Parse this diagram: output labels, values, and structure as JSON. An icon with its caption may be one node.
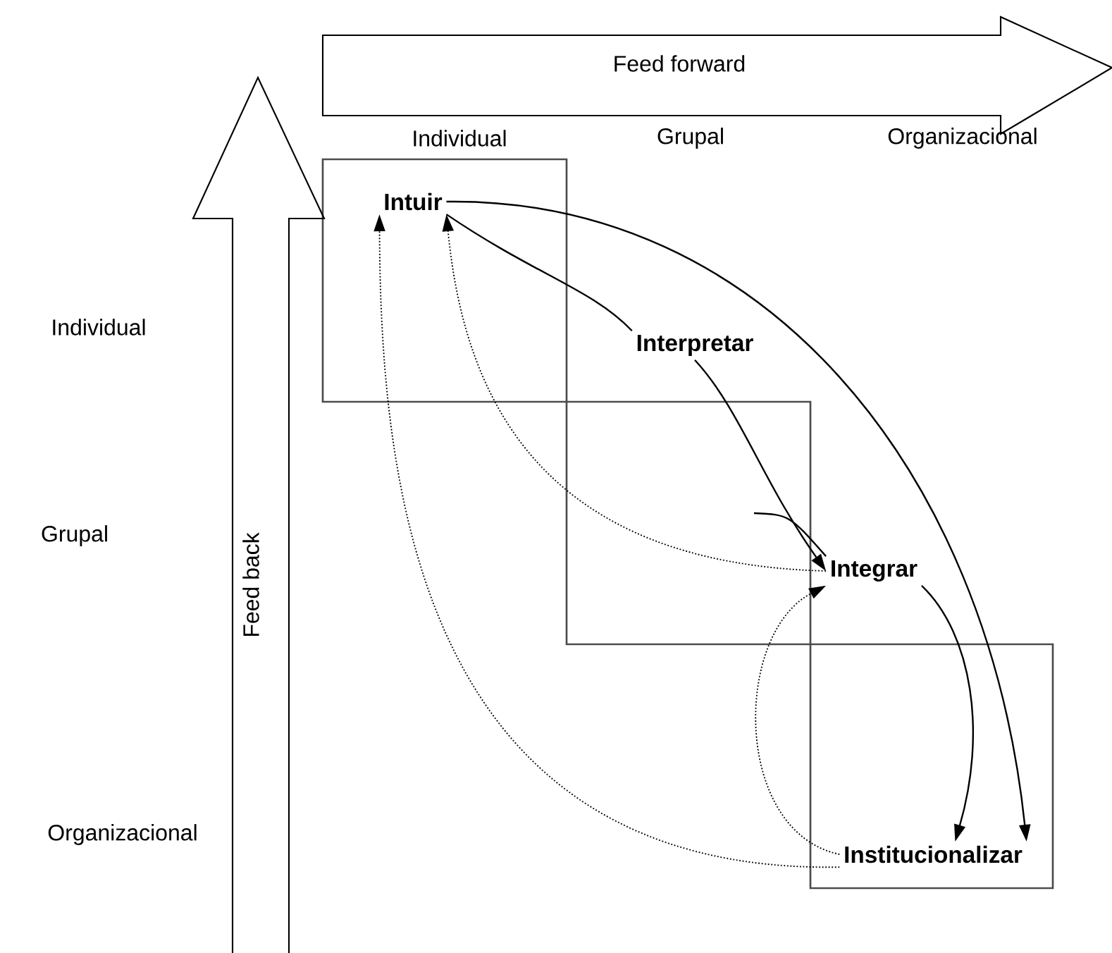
{
  "diagram": {
    "nodes": [
      {
        "text": [
          "Feed forward"
        ]
      },
      {
        "text": [
          "Feed back"
        ]
      },
      {
        "text": [
          "Intuir"
        ]
      },
      {
        "text": [
          "Interpretar"
        ]
      },
      {
        "text": [
          "Integrar"
        ]
      },
      {
        "text": [
          "Institucionalizar"
        ]
      }
    ],
    "edges": [
      {
        "from": 2,
        "to": 5,
        "arrow": "to"
      },
      {
        "from": 2,
        "to": 3,
        "arrow": "none"
      },
      {
        "from": 3,
        "to": 4,
        "arrow": "to"
      },
      {
        "from": null,
        "to": 4,
        "arrow": "none"
      },
      {
        "from": 4,
        "to": 5,
        "arrow": "to"
      },
      {
        "from": 5,
        "to": 2,
        "arrow": "to",
        "style": "dashed"
      },
      {
        "from": 4,
        "to": 2,
        "arrow": "to",
        "style": "dashed"
      },
      {
        "from": 5,
        "to": 4,
        "arrow": "to",
        "style": "dashed"
      }
    ],
    "labels": [
      "Individual",
      "Grupal",
      "Organizacional",
      "Individual",
      "Grupal",
      "Organizacional"
    ]
  }
}
